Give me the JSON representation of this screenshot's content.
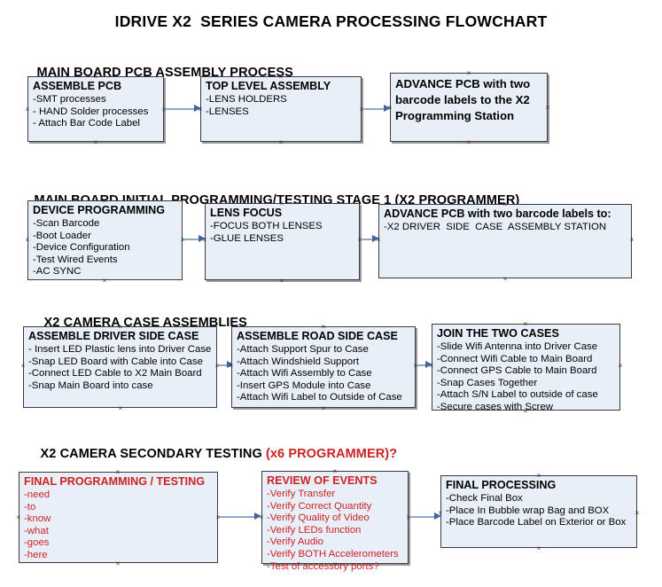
{
  "document": {
    "title": "IDRIVE X2  SERIES CAMERA PROCESSING FLOWCHART"
  },
  "sections": [
    {
      "id": "main-board-pcb-assembly",
      "heading": "MAIN BOARD PCB ASSEMBLY PROCESS",
      "heading_accent": "",
      "nodes": [
        {
          "id": "assemble-pcb",
          "title": "ASSEMBLE PCB",
          "lines": [
            "-SMT processes",
            "- HAND Solder processes",
            "- Attach Bar Code Label"
          ]
        },
        {
          "id": "top-level-assembly",
          "title": "TOP LEVEL ASSEMBLY",
          "lines": [
            "-LENS HOLDERS",
            "-LENSES"
          ]
        },
        {
          "id": "advance-pcb-x2-programming-station",
          "title": "ADVANCE PCB with two barcode labels to the  X2 Programming Station",
          "lines": []
        }
      ]
    },
    {
      "id": "main-board-initial-programming",
      "heading": "MAIN BOARD INITIAL PROGRAMMING/TESTING STAGE 1 (X2 PROGRAMMER)",
      "heading_accent": "",
      "nodes": [
        {
          "id": "device-programming",
          "title": "DEVICE PROGRAMMING",
          "lines": [
            "-Scan Barcode",
            "-Boot Loader",
            "-Device Configuration",
            "-Test Wired Events",
            "-AC SYNC"
          ]
        },
        {
          "id": "lens-focus",
          "title": "LENS FOCUS",
          "lines": [
            "-FOCUS BOTH LENSES",
            "-GLUE LENSES"
          ]
        },
        {
          "id": "advance-pcb-driver-side-case",
          "title": "ADVANCE PCB with two barcode labels to:",
          "lines": [
            "-X2 DRIVER  SIDE  CASE  ASSEMBLY STATION"
          ]
        }
      ]
    },
    {
      "id": "x2-camera-case-assemblies",
      "heading": "X2 CAMERA CASE ASSEMBLIES",
      "heading_accent": "",
      "nodes": [
        {
          "id": "assemble-driver-side-case",
          "title": "ASSEMBLE DRIVER SIDE CASE",
          "lines": [
            "- Insert LED Plastic lens into Driver Case",
            "-Snap LED Board with Cable into Case",
            "-Connect LED Cable to X2 Main Board",
            "-Snap Main Board into case"
          ]
        },
        {
          "id": "assemble-road-side-case",
          "title": "ASSEMBLE ROAD SIDE CASE",
          "lines": [
            "-Attach Support Spur to Case",
            "-Attach Windshield Support",
            "-Attach Wifi Assembly to Case",
            "-Insert GPS Module into Case",
            "-Attach Wifi Label to Outside of Case"
          ]
        },
        {
          "id": "join-the-two-cases",
          "title": "JOIN THE TWO CASES",
          "lines": [
            "-Slide Wifi Antenna into Driver Case",
            "-Connect Wifi Cable to Main Board",
            "-Connect GPS Cable to Main Board",
            "-Snap Cases Together",
            "-Attach S/N Label to outside of case",
            "-Secure cases with Screw"
          ]
        }
      ]
    },
    {
      "id": "x2-camera-secondary-testing",
      "heading": "X2 CAMERA SECONDARY TESTING ",
      "heading_accent": "(x6 PROGRAMMER)?",
      "nodes": [
        {
          "id": "final-programming-testing",
          "title": "FINAL PROGRAMMING / TESTING",
          "lines": [
            "-need",
            "-to",
            "-know",
            "-what",
            "-goes",
            "-here"
          ]
        },
        {
          "id": "review-of-events",
          "title": "REVIEW OF EVENTS",
          "lines": [
            "-Verify Transfer",
            "-Verify Correct Quantity",
            "-Verify Quality of Video",
            "-Verify LEDs function",
            "-Verify Audio",
            "-Verify BOTH Accelerometers",
            "-Test of accessory ports?"
          ]
        },
        {
          "id": "final-processing",
          "title": "FINAL PROCESSING",
          "lines": [
            "-Check Final Box",
            "-Place In Bubble wrap Bag and BOX",
            "-Place Barcode Label on Exterior or Box"
          ]
        }
      ]
    }
  ],
  "colors": {
    "node_fill": "#e9eff8",
    "node_border": "#3b3b3b",
    "accent_red": "#cc2222",
    "arrow_line": "#8fa8c8",
    "arrow_head": "#3f63a5",
    "text": "#000000"
  },
  "icons": {
    "handle": "connection-handle-x"
  }
}
